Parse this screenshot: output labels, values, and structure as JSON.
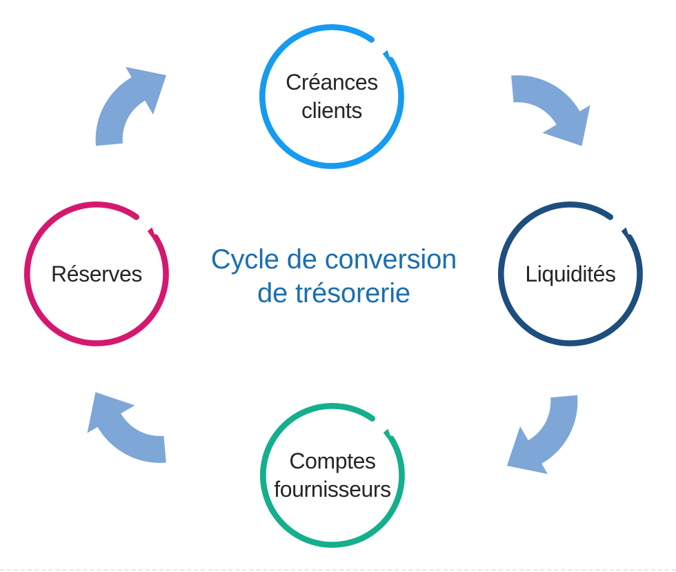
{
  "title": {
    "line1": "Cycle de conversion",
    "line2": "de trésorerie",
    "color": "#1B6FAE"
  },
  "nodes": [
    {
      "label": "Créances clients",
      "color": "#169BF1",
      "position": "top"
    },
    {
      "label": "Liquidités",
      "color": "#1D4E7E",
      "position": "right"
    },
    {
      "label": "Comptes fournisseurs",
      "color": "#14AF8D",
      "position": "bottom"
    },
    {
      "label": "Réserves",
      "color": "#D5186F",
      "position": "left"
    }
  ],
  "arrows": {
    "color": "#7EA7D8",
    "items": [
      {
        "name": "creances-to-liquidites",
        "direction": "down-right"
      },
      {
        "name": "liquidites-to-comptes",
        "direction": "down-left"
      },
      {
        "name": "comptes-to-reserves",
        "direction": "up-left"
      },
      {
        "name": "reserves-to-creances",
        "direction": "up-right"
      }
    ]
  },
  "label_text_color": "#252525",
  "background_color": "#FFFFFF"
}
